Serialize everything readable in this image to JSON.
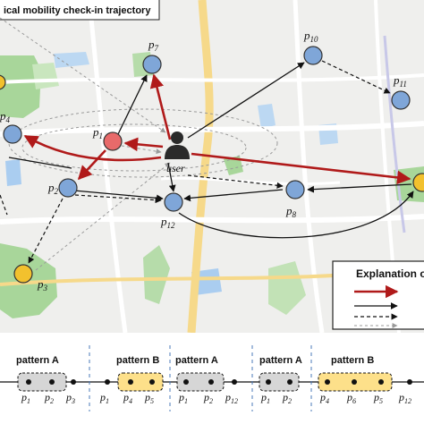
{
  "title": "ical mobility check-in trajectory",
  "user_label": "user",
  "legend": {
    "title": "Explanation o"
  },
  "colors": {
    "map_bg": "#efefed",
    "park": "#a8d69a",
    "water": "#aacdf0",
    "road_yellow": "#f6d98a",
    "road_white": "#ffffff",
    "node_blue": "#7fa6d8",
    "node_red": "#e86a6a",
    "node_yellow": "#f2c12e",
    "edge_red": "#b01a1a",
    "edge_dark": "#111111",
    "edge_gray": "#9a9a9a",
    "pattern_a_fill": "#d6d6d6",
    "pattern_b_fill": "#fde08a"
  },
  "nodes": [
    {
      "id": "p1",
      "base": "p",
      "sub": "1",
      "color": "red"
    },
    {
      "id": "p2",
      "base": "p",
      "sub": "2",
      "color": "blue"
    },
    {
      "id": "p3",
      "base": "p",
      "sub": "3",
      "color": "yellow"
    },
    {
      "id": "p4",
      "base": "p",
      "sub": "4",
      "color": "blue"
    },
    {
      "id": "p7",
      "base": "p",
      "sub": "7",
      "color": "blue"
    },
    {
      "id": "p8",
      "base": "p",
      "sub": "8",
      "color": "blue"
    },
    {
      "id": "p10",
      "base": "p",
      "sub": "10",
      "color": "blue"
    },
    {
      "id": "p11",
      "base": "p",
      "sub": "11",
      "color": "blue"
    },
    {
      "id": "p12",
      "base": "p",
      "sub": "12",
      "color": "blue"
    },
    {
      "id": "p0",
      "base": "",
      "sub": "",
      "color": "yellow"
    },
    {
      "id": "p5",
      "base": "",
      "sub": "",
      "color": "yellow"
    }
  ],
  "patterns": [
    {
      "name": "pattern A",
      "style": "A"
    },
    {
      "name": "pattern B",
      "style": "B"
    },
    {
      "name": "pattern A",
      "style": "A"
    },
    {
      "name": "pattern A",
      "style": "A"
    },
    {
      "name": "pattern B",
      "style": "B"
    }
  ],
  "sequence": [
    {
      "base": "p",
      "sub": "1"
    },
    {
      "base": "p",
      "sub": "2"
    },
    {
      "base": "p",
      "sub": "3"
    },
    {
      "base": "p",
      "sub": "1"
    },
    {
      "base": "p",
      "sub": "4"
    },
    {
      "base": "p",
      "sub": "5"
    },
    {
      "base": "p",
      "sub": "1"
    },
    {
      "base": "p",
      "sub": "2"
    },
    {
      "base": "p",
      "sub": "12"
    },
    {
      "base": "p",
      "sub": "1"
    },
    {
      "base": "p",
      "sub": "2"
    },
    {
      "base": "p",
      "sub": "4"
    },
    {
      "base": "p",
      "sub": "6"
    },
    {
      "base": "p",
      "sub": "5"
    },
    {
      "base": "p",
      "sub": "12"
    }
  ]
}
